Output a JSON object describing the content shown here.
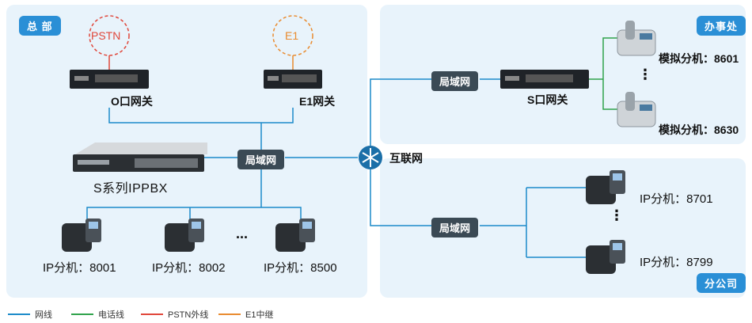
{
  "colors": {
    "network": "#1b8ac9",
    "phone_line": "#2fa24b",
    "pstn": "#e0463a",
    "e1": "#e98b2f",
    "panel": "#e8f3fb",
    "tag": "#2a8fd6"
  },
  "headquarters": {
    "tag": "总 部",
    "pstn_label": "PSTN",
    "e1_label": "E1",
    "o_gateway_label": "O口网关",
    "e1_gateway_label": "E1网关",
    "lan_label": "局域网",
    "ippbx_label": "S系列IPPBX",
    "phones": [
      "IP分机：8001",
      "IP分机：8002",
      "IP分机：8500"
    ],
    "ellipsis": "..."
  },
  "internet_label": "互联网",
  "office": {
    "tag": "办事处",
    "lan_label": "局域网",
    "s_gateway_label": "S口网关",
    "phones": [
      "模拟分机：8601",
      "模拟分机：8630"
    ],
    "ellipsis": "⋮"
  },
  "branch": {
    "tag": "分公司",
    "lan_label": "局域网",
    "phones": [
      "IP分机：8701",
      "IP分机：8799"
    ],
    "ellipsis": "⋮"
  },
  "legend": [
    {
      "label": "网线",
      "color": "#1b8ac9"
    },
    {
      "label": "电话线",
      "color": "#2fa24b"
    },
    {
      "label": "PSTN外线",
      "color": "#e0463a"
    },
    {
      "label": "E1中继",
      "color": "#e98b2f"
    }
  ]
}
